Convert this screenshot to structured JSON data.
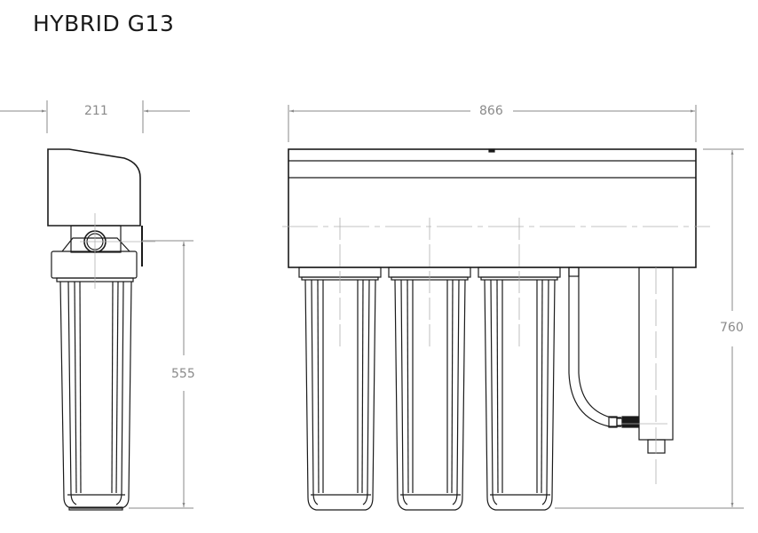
{
  "title": "HYBRID G13",
  "dimensions": {
    "side_width": "211",
    "side_height": "555",
    "front_width": "866",
    "front_height": "760"
  },
  "views": {
    "side": "side-view",
    "front": "front-view"
  },
  "colors": {
    "outline": "#1a1a1a",
    "dimension": "#8a8a8a",
    "centerline": "#b0b0b0"
  }
}
